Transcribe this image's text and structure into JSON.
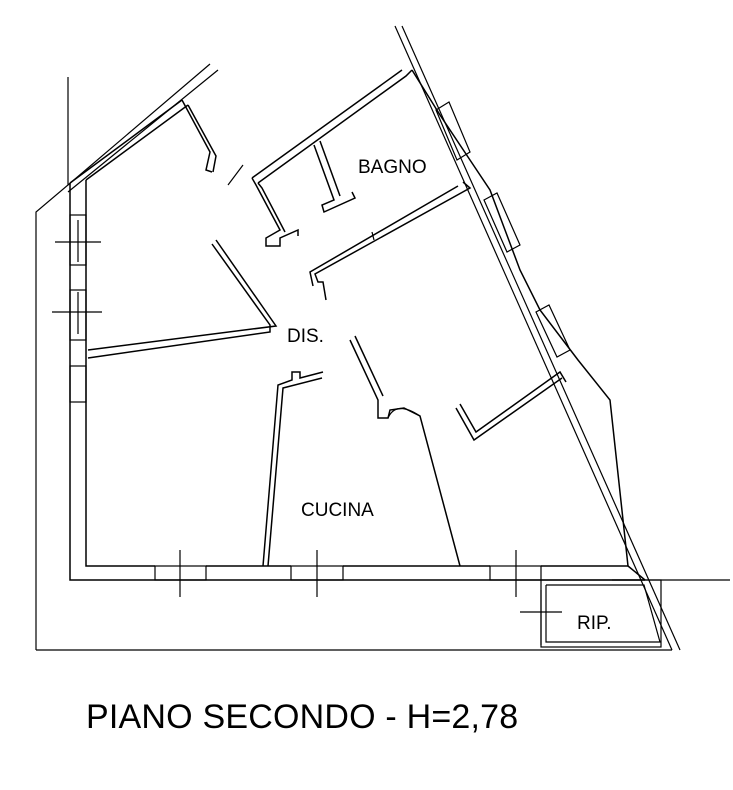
{
  "rooms": {
    "bagno": "BAGNO",
    "dis": "DIS.",
    "cucina": "CUCINA",
    "rip": "RIP."
  },
  "title": "PIANO SECONDO - H=2,78"
}
